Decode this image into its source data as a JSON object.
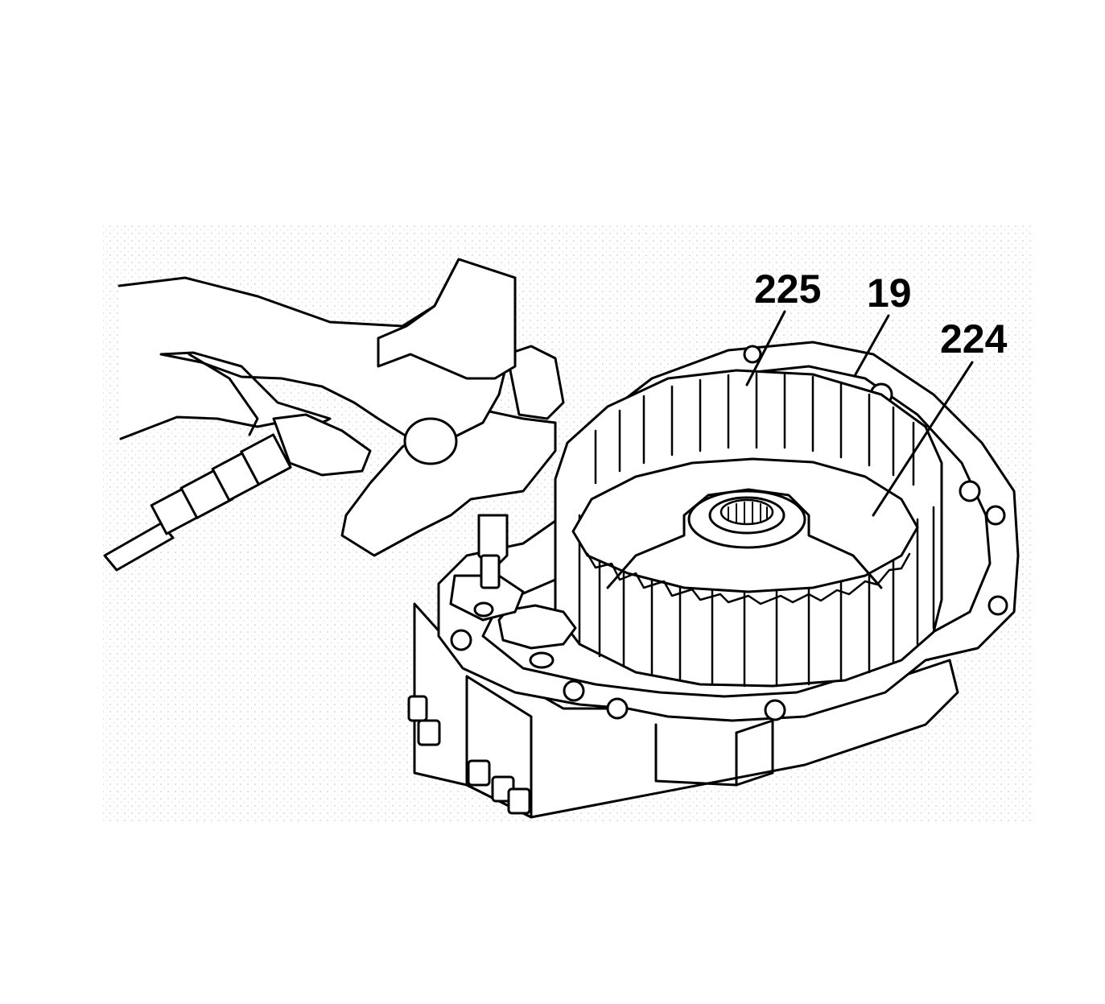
{
  "callouts": {
    "c225": "225",
    "c19": "19",
    "c224": "224"
  },
  "colors": {
    "ink": "#000000",
    "paper": "#ffffff",
    "stipple": "#c8c8c8"
  }
}
